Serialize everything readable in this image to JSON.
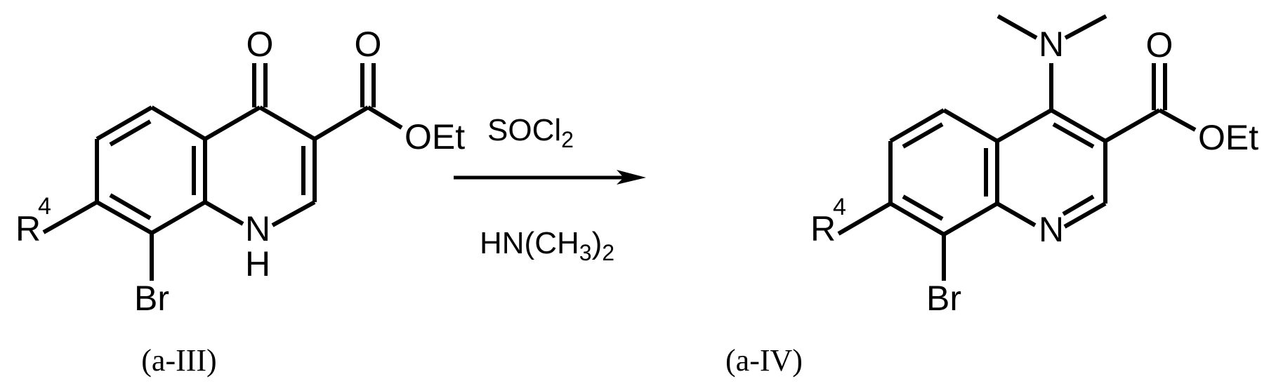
{
  "scheme": {
    "type": "chemical_reaction_scheme",
    "reactant": {
      "label": "(a-III)",
      "atoms": {
        "ketone_O": "O",
        "ester_carbonyl_O": "O",
        "ester_alkoxy": "OEt",
        "ring_N": "N",
        "ring_NH_H": "H",
        "bromo": "Br",
        "r_group": "R",
        "r_group_superscript": "4"
      }
    },
    "reagents": {
      "above_arrow": {
        "main": "SOCl",
        "subscript": "2"
      },
      "below_arrow": {
        "main": "HN(CH",
        "subscript_1": "3",
        "close": ")",
        "subscript_2": "2"
      }
    },
    "product": {
      "label": "(a-IV)",
      "atoms": {
        "dimethylamino_N": "N",
        "ester_carbonyl_O": "O",
        "ester_alkoxy": "OEt",
        "ring_N": "N",
        "bromo": "Br",
        "r_group": "R",
        "r_group_superscript": "4"
      }
    },
    "colors": {
      "ink": "#000000",
      "background": "#ffffff"
    }
  }
}
